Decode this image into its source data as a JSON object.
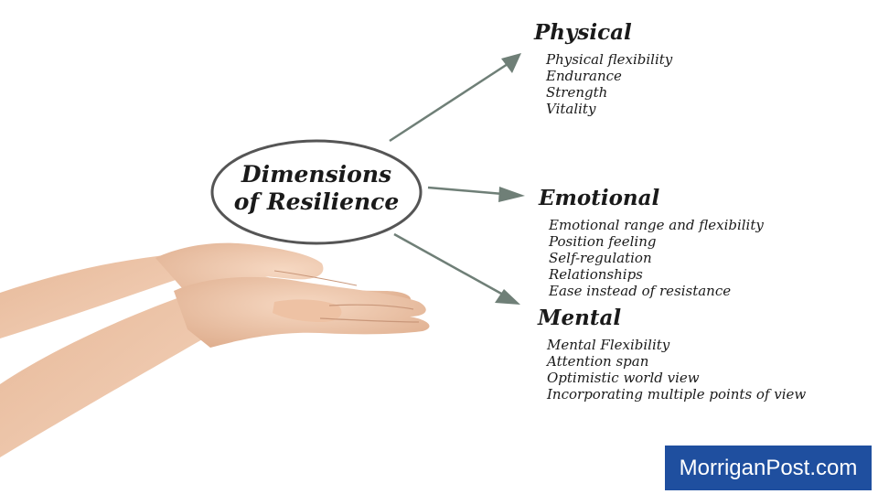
{
  "center": {
    "line1": "Dimensions",
    "line2": "of Resilience"
  },
  "dimensions": [
    {
      "heading": "Physical",
      "items": [
        "Physical flexibility",
        "Endurance",
        "Strength",
        "Vitality"
      ]
    },
    {
      "heading": "Emotional",
      "items": [
        "Emotional range and flexibility",
        "Position feeling",
        "Self-regulation",
        "Relationships",
        "Ease instead of resistance"
      ]
    },
    {
      "heading": "Mental",
      "items": [
        "Mental Flexibility",
        "Attention span",
        "Optimistic world view",
        "Incorporating multiple points of view"
      ]
    }
  ],
  "brand": {
    "label": "MorriganPost.com",
    "color": "#1f4f9f"
  },
  "colors": {
    "arrow": "#6f7f77",
    "ellipse": "#555555",
    "skin": "#efc9ad"
  }
}
